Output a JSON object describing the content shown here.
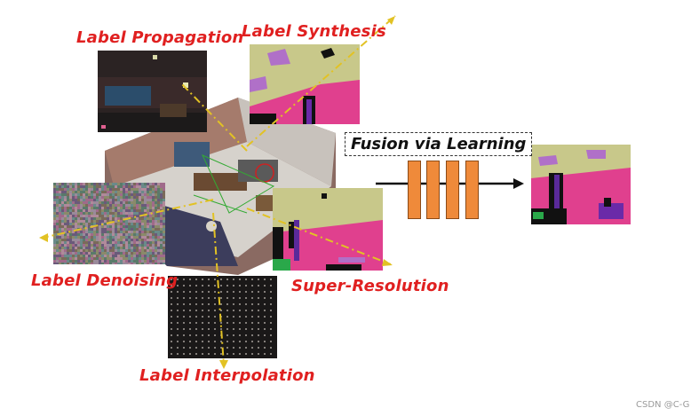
{
  "labels": {
    "label_propagation": "Label Propagation",
    "label_synthesis": "Label Synthesis",
    "fusion_via_learning": "Fusion via Learning",
    "label_denoising": "Label Denoising",
    "super_resolution": "Super-Resolution",
    "label_interpolation": "Label Interpolation"
  },
  "watermark": "CSDN @C-G",
  "colors": {
    "label_red": "#e02020",
    "arrow_yellow": "#e2c224",
    "bar_orange": "#ef8a3a",
    "seg_magenta": "#e0408e",
    "seg_khaki": "#c8c88a",
    "seg_lilac": "#b070c8"
  }
}
